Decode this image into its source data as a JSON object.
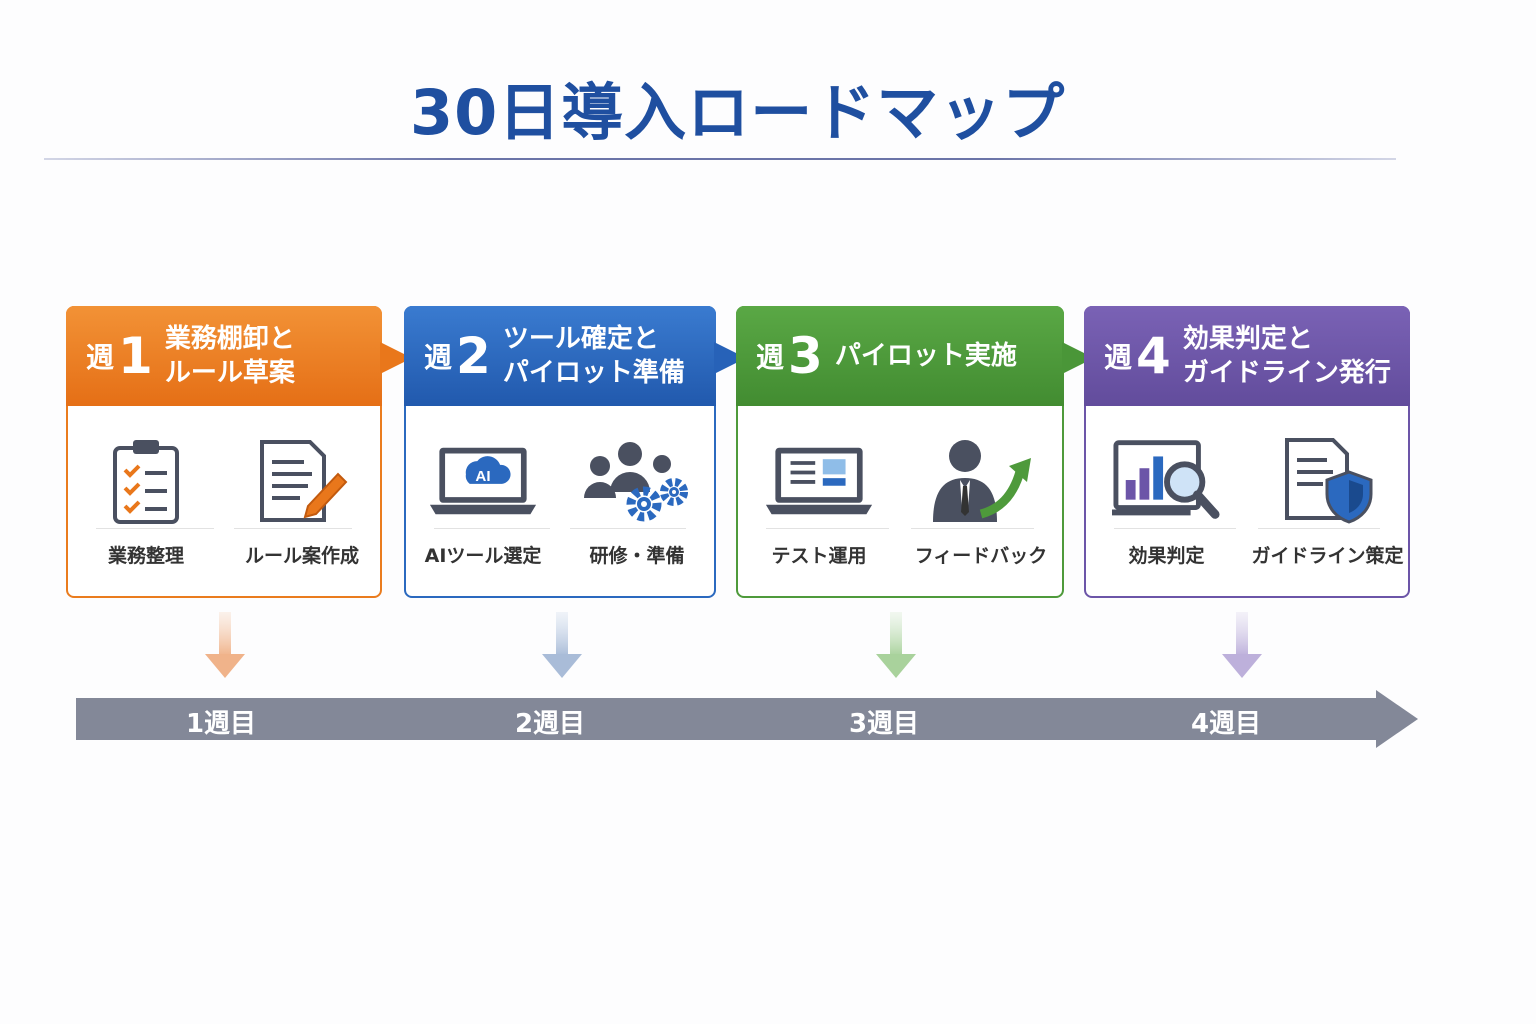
{
  "title": "30日導入ロードマップ",
  "colors": {
    "title": "#1f4fa0",
    "week1": "#ea7c1e",
    "week2": "#2b69bf",
    "week3": "#4e9a3b",
    "week4": "#6c55a8",
    "timeline": "#838898"
  },
  "weeks": [
    {
      "kanji": "週",
      "number": "1",
      "title": "業務棚卸と\nルール草案",
      "items": [
        {
          "icon": "clipboard-checklist-icon",
          "label": "業務整理"
        },
        {
          "icon": "document-edit-icon",
          "label": "ルール案作成"
        }
      ]
    },
    {
      "kanji": "週",
      "number": "2",
      "title": "ツール確定と\nパイロット準備",
      "items": [
        {
          "icon": "ai-laptop-icon",
          "label": "AIツール選定"
        },
        {
          "icon": "team-gears-icon",
          "label": "研修・準備"
        }
      ]
    },
    {
      "kanji": "週",
      "number": "3",
      "title": "パイロット実施",
      "items": [
        {
          "icon": "laptop-test-icon",
          "label": "テスト運用"
        },
        {
          "icon": "person-growth-icon",
          "label": "フィードバック"
        }
      ]
    },
    {
      "kanji": "週",
      "number": "4",
      "title": "効果判定と\nガイドライン発行",
      "items": [
        {
          "icon": "chart-magnifier-icon",
          "label": "効果判定"
        },
        {
          "icon": "document-shield-icon",
          "label": "ガイドライン策定"
        }
      ]
    }
  ],
  "timeline": [
    "1週目",
    "2週目",
    "3週目",
    "4週目"
  ]
}
